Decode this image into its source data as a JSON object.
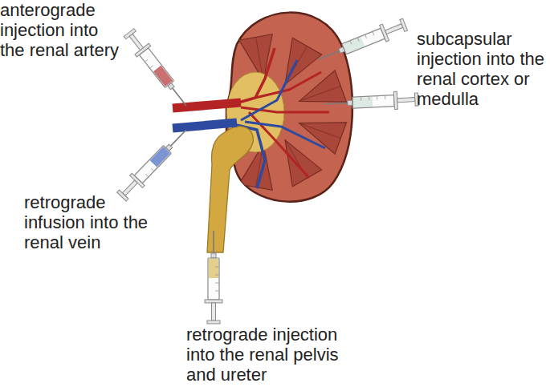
{
  "diagram": {
    "labels": [
      "anterograde injection into the renal artery",
      "subcapsular injection into the renal cortex or medulla",
      "retrograde infusion into the renal vein",
      "retrograde injection into the renal pelvis and ureter"
    ]
  }
}
